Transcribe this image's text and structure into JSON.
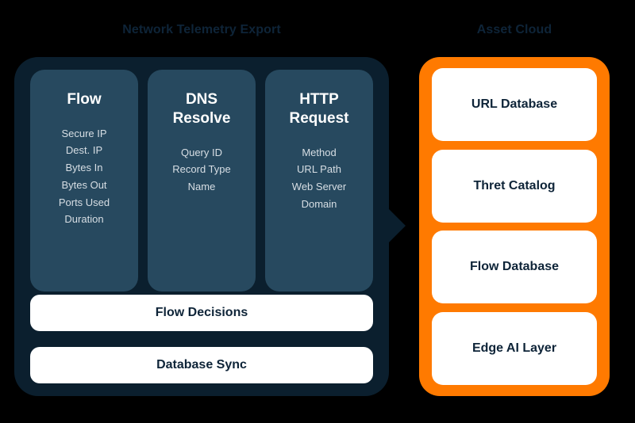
{
  "diagram": {
    "background_color": "#000000",
    "left_section": {
      "title": "Network Telemetry Export",
      "panel_color": "#0B1F2E",
      "card_color": "#27495F",
      "cards": [
        {
          "title": "Flow",
          "fields": [
            "Secure IP",
            "Dest. IP",
            "Bytes In",
            "Bytes Out",
            "Ports Used",
            "Duration"
          ]
        },
        {
          "title": "DNS\nResolve",
          "fields": [
            "Query ID",
            "Record Type",
            "Name"
          ]
        },
        {
          "title": "HTTP\nRequest",
          "fields": [
            "Method",
            "URL Path",
            "Web Server\nDomain"
          ]
        }
      ],
      "bars": [
        {
          "label": "Flow Decisions"
        },
        {
          "label": "Database Sync"
        }
      ]
    },
    "connector": {
      "icon": "arrow-right-icon",
      "color": "#0B1F2E"
    },
    "right_section": {
      "title": "Asset Cloud",
      "panel_color": "#FF7A00",
      "cards": [
        {
          "label": "URL Database"
        },
        {
          "label": "Thret Catalog"
        },
        {
          "label": "Flow Database"
        },
        {
          "label": "Edge AI Layer"
        }
      ]
    }
  }
}
